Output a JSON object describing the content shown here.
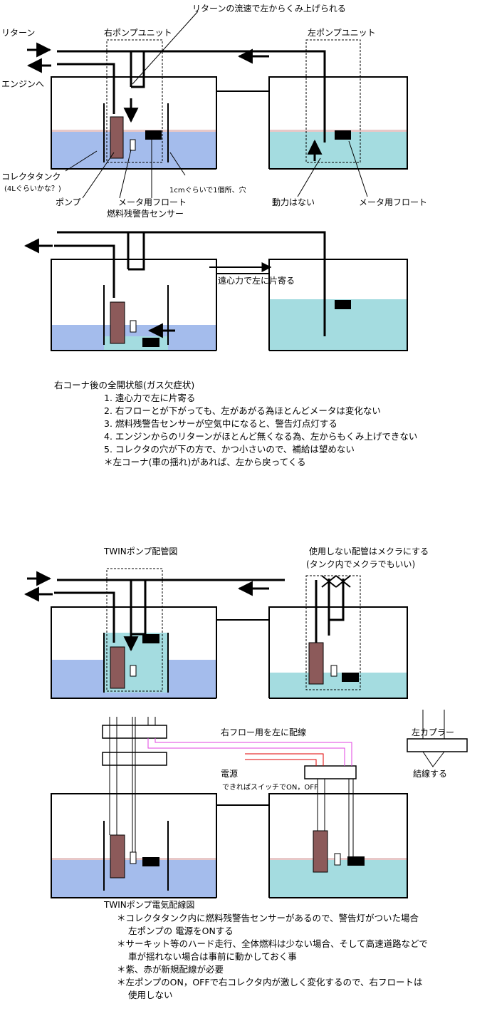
{
  "diagram1": {
    "return_label": "リターン",
    "engine_label": "エンジンへ",
    "return_flow_note": "リターンの流速で左からくみ上げられる",
    "right_pump_unit": "右ポンプユニット",
    "left_pump_unit": "左ポンプユニット",
    "collector_tank": "コレクタタンク",
    "collector_volume": "(4Lぐらいかな？)",
    "pump": "ポンプ",
    "meter_float": "メータ用フロート",
    "fuel_sensor": "燃料残警告センサー",
    "hole_note": "1cmぐらいで1個所、穴",
    "no_power": "動力はない",
    "left_meter_float": "メータ用フロート"
  },
  "diagram2": {
    "centrifugal_label": "遠心力で左に片寄る"
  },
  "notes1": {
    "title": "右コーナ後の全開状態(ガス欠症状)",
    "items": [
      "1. 遠心力で左に片寄る",
      "2. 右フローとが下がっても、左があがる為ほとんどメータは変化ない",
      "3. 燃料残警告センサーが空気中になると、警告灯点灯する",
      "4. エンジンからのリターンがほとんど無くなる為、左からもくみ上げできない",
      "5. コレクタの穴が下の方で、かつ小さいので、補給は望めない",
      "＊左コーナ(車の揺れ)があれば、左から戻ってくる"
    ]
  },
  "diagram3": {
    "title": "TWINポンプ配管図",
    "unused_pipe_note": "使用しない配管はメクラにする",
    "unused_pipe_note2": "(タンク内でメクラでもいい)"
  },
  "diagram4": {
    "right_float_wiring": "右フロー用を左に配線",
    "left_coupler": "左カプラー",
    "connect": "結線する",
    "power": "電源",
    "switch_note": "できればスイッチでON，OFF",
    "title": "TWINポンプ電気配線図"
  },
  "notes2": {
    "items": [
      "＊コレクタタンク内に燃料残警告センサーがあるので、警告灯がついた場合",
      "左ポンプの 電源をONする",
      "＊サーキット等のハード走行、全体燃料は少ない場合、そして高速道路などで",
      "車が揺れない場合は事前に動かしておく事",
      "＊紫、赤が新規配線が必要",
      "＊左ポンプのON，OFFで右コレクタ内が激しく変化するので、右フロートは",
      "使用しない"
    ]
  },
  "colors": {
    "right_fuel": "#a4bcec",
    "left_fuel": "#a4dce0",
    "top_fuel_tint": "#e8c8c8",
    "pump": "#8c5a5a",
    "float": "#000000",
    "new_wire_purple": "#e040e0",
    "new_wire_red": "#e00000"
  }
}
